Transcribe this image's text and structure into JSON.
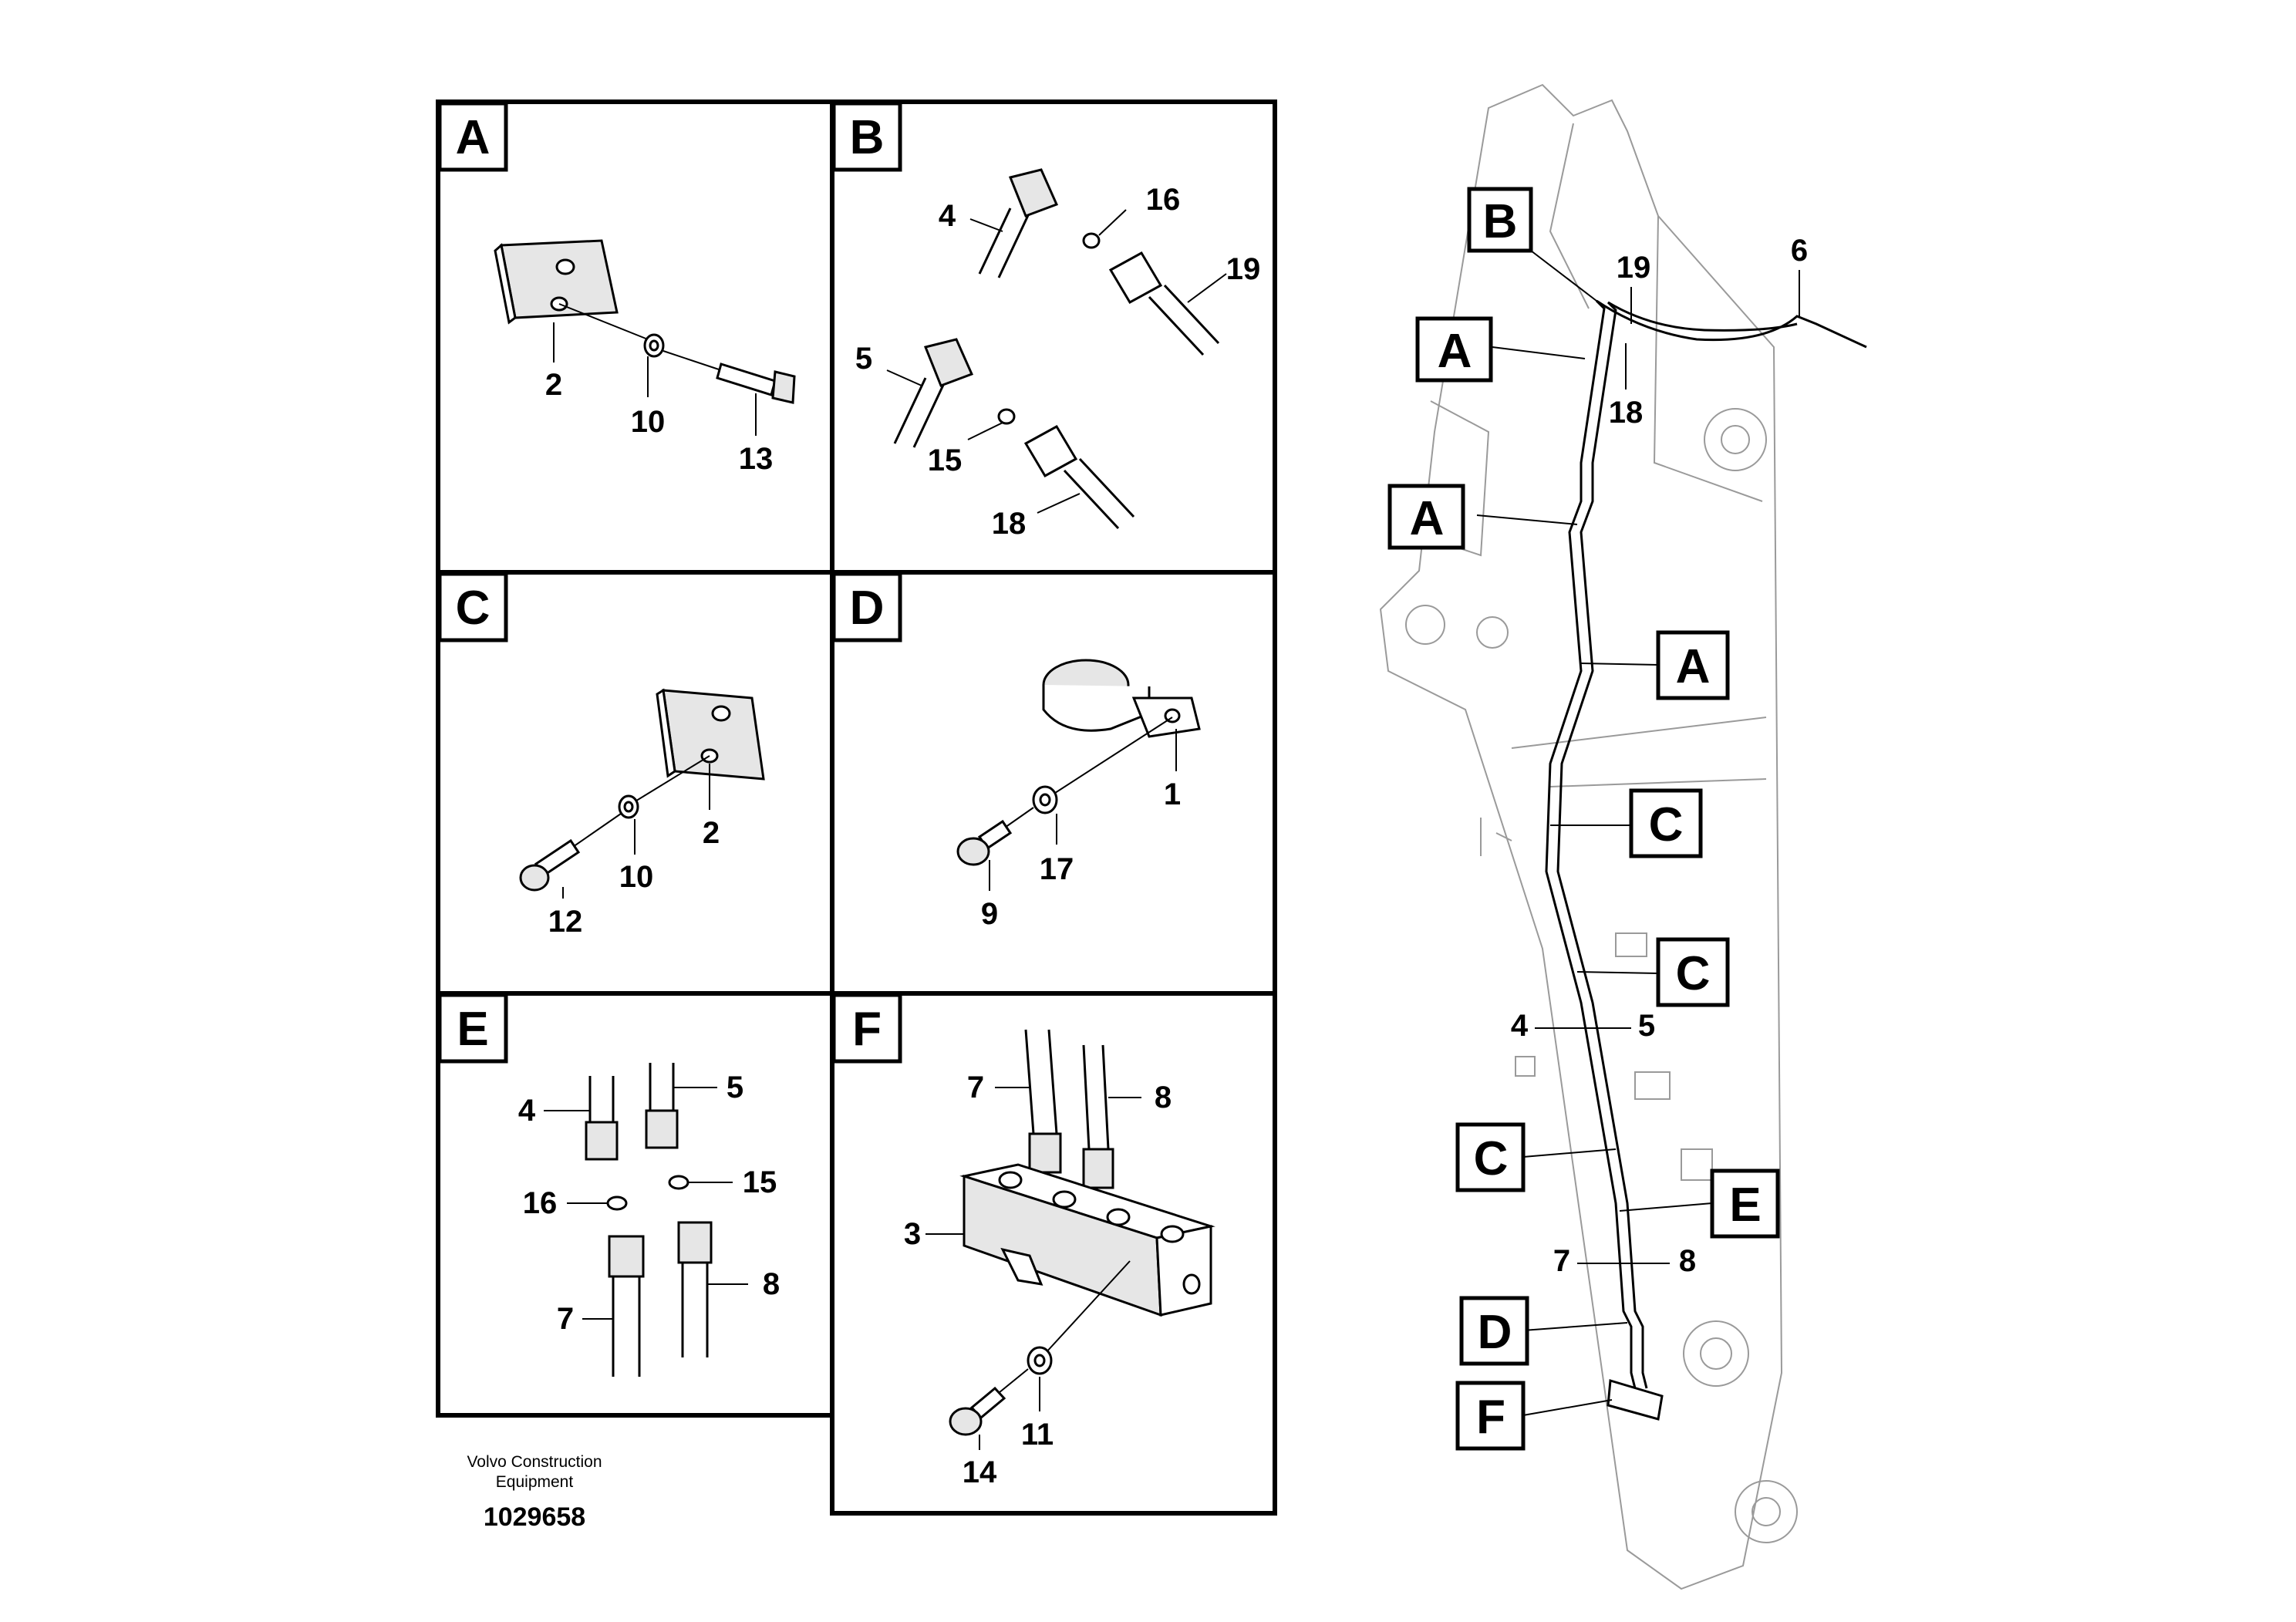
{
  "panels": [
    {
      "id": "A",
      "letter": "A",
      "parts": [
        "2",
        "10",
        "13"
      ]
    },
    {
      "id": "B",
      "letter": "B",
      "parts": [
        "4",
        "16",
        "19",
        "5",
        "15",
        "18"
      ]
    },
    {
      "id": "C",
      "letter": "C",
      "parts": [
        "2",
        "10",
        "12"
      ]
    },
    {
      "id": "D",
      "letter": "D",
      "parts": [
        "1",
        "17",
        "9"
      ]
    },
    {
      "id": "E",
      "letter": "E",
      "parts": [
        "4",
        "5",
        "16",
        "15",
        "7",
        "8"
      ]
    },
    {
      "id": "F",
      "letter": "F",
      "parts": [
        "7",
        "8",
        "3",
        "11",
        "14"
      ]
    }
  ],
  "boom_labels": {
    "detail_refs": [
      "B",
      "A",
      "A",
      "A",
      "C",
      "C",
      "C",
      "E",
      "D",
      "F"
    ],
    "parts": [
      "19",
      "6",
      "18",
      "4",
      "5",
      "7",
      "8"
    ]
  },
  "footer": {
    "line1": "Volvo Construction",
    "line2": "Equipment",
    "number": "1029658"
  }
}
